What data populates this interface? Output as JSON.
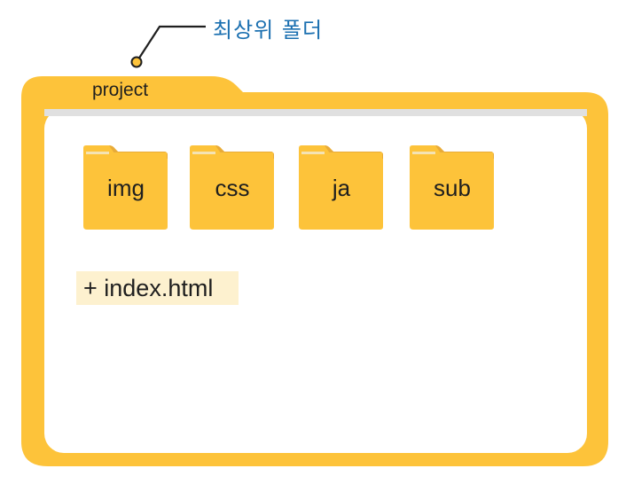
{
  "callout": {
    "text": "최상위 폴더"
  },
  "root_folder": {
    "name": "project"
  },
  "subfolders": [
    {
      "name": "img"
    },
    {
      "name": "css"
    },
    {
      "name": "ja"
    },
    {
      "name": "sub"
    }
  ],
  "files": [
    {
      "label": "+ index.html"
    }
  ],
  "colors": {
    "folder": "#fdc33a",
    "folder_tab_accent": "#e6a93a",
    "folder_line": "#f4e3b4",
    "callout_text": "#1a6fb0",
    "file_highlight": "#fdf1cf",
    "separator": "#e0e0e0"
  }
}
